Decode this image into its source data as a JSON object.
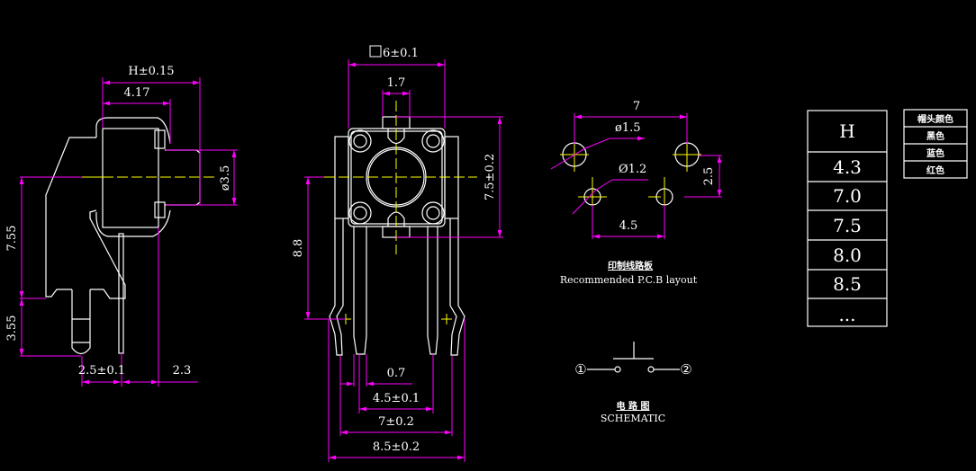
{
  "colors": {
    "outline": "#ffffff",
    "dimension": "#ff00ff",
    "centerline": "#ffff00",
    "background": "#000000"
  },
  "side_view": {
    "dim_height": "H±0.15",
    "dim_cap": "4.17",
    "dim_diameter": "ø3.5",
    "dim_body_height": "7.55",
    "dim_pin_length": "3.55",
    "dim_pin_pitch": "2.5±0.1",
    "dim_offset": "2.3"
  },
  "front_view": {
    "dim_width": "6±0.1",
    "dim_tab": "1.7",
    "dim_length": "7.5±0.2",
    "dim_center_height": "8.8",
    "dim_pin_width": "0.7",
    "dim_inner_pitch": "4.5±0.1",
    "dim_outer_pitch": "7±0.2",
    "dim_overall": "8.5±0.2"
  },
  "pcb_layout": {
    "dim_hole_pitch": "7",
    "dim_large_hole": "ø1.5",
    "dim_small_hole": "Ø1.2",
    "dim_vertical": "2.5",
    "dim_small_pitch": "4.5",
    "title_cn": "印制线路板",
    "title_en": "Recommended P.C.B layout"
  },
  "schematic": {
    "terminal_1": "①",
    "terminal_2": "②",
    "title_cn": "电 路 图",
    "title_en": "SCHEMATIC"
  },
  "height_table": {
    "header": "H",
    "rows": [
      "4.3",
      "7.0",
      "7.5",
      "8.0",
      "8.5",
      "..."
    ]
  },
  "color_table": {
    "header": "帽头颜色",
    "rows": [
      "黑色",
      "蓝色",
      "红色"
    ]
  }
}
